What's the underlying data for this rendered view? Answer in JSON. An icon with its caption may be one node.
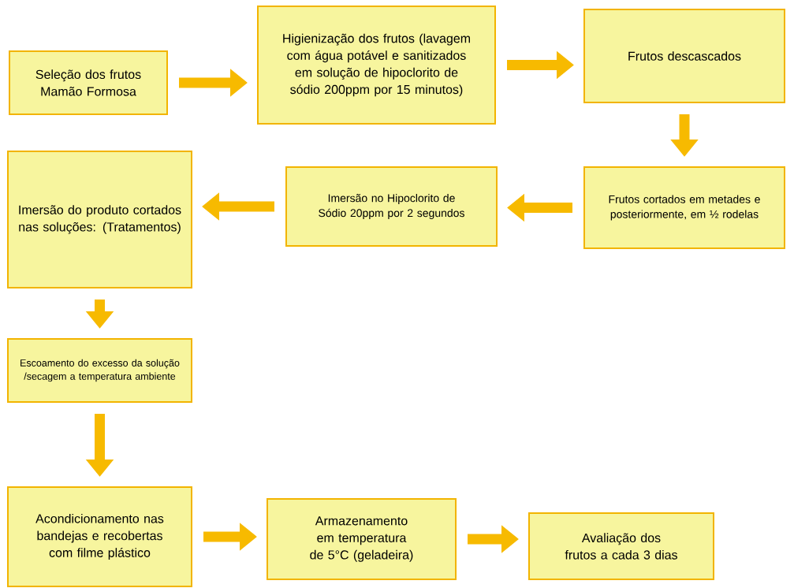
{
  "diagram": {
    "nodes": [
      {
        "text": [
          "Seleção dos frutos Mamão Formosa"
        ]
      },
      {
        "text": [
          "Higienização dos frutos (lavagem com água potável e sanitizados em solução de hipoclorito de sódio 200ppm por 15 minutos)"
        ]
      },
      {
        "text": [
          "Frutos descascados"
        ]
      },
      {
        "text": [
          "Frutos cortados em metades e posteriormente, em ½ rodelas"
        ]
      },
      {
        "text": [
          "Imersão no Hipoclorito de Sódio 20ppm por 2 segundos"
        ]
      },
      {
        "text": [
          "Imersão do produto cortados nas soluções: (Tratamentos)"
        ]
      },
      {
        "text": [
          "Escoamento do excesso da solução /secagem a temperatura ambiente"
        ]
      },
      {
        "text": [
          "Acondicionamento nas bandejas e recobertas com filme plástico"
        ]
      },
      {
        "text": [
          "Armazenamento em temperatura de 5°C (geladeira)"
        ]
      },
      {
        "text": [
          "Avaliação dos frutos a cada 3 dias"
        ]
      }
    ],
    "edges": [
      {
        "from": 0,
        "to": 1,
        "arrow": "to"
      },
      {
        "from": 1,
        "to": 2,
        "arrow": "to"
      },
      {
        "from": 2,
        "to": 3,
        "arrow": "to"
      },
      {
        "from": 3,
        "to": 4,
        "arrow": "to"
      },
      {
        "from": 4,
        "to": 5,
        "arrow": "to"
      },
      {
        "from": 5,
        "to": 6,
        "arrow": "to"
      },
      {
        "from": 6,
        "to": 7,
        "arrow": "to"
      },
      {
        "from": 7,
        "to": 8,
        "arrow": "to"
      },
      {
        "from": 8,
        "to": 9,
        "arrow": "to"
      }
    ]
  }
}
